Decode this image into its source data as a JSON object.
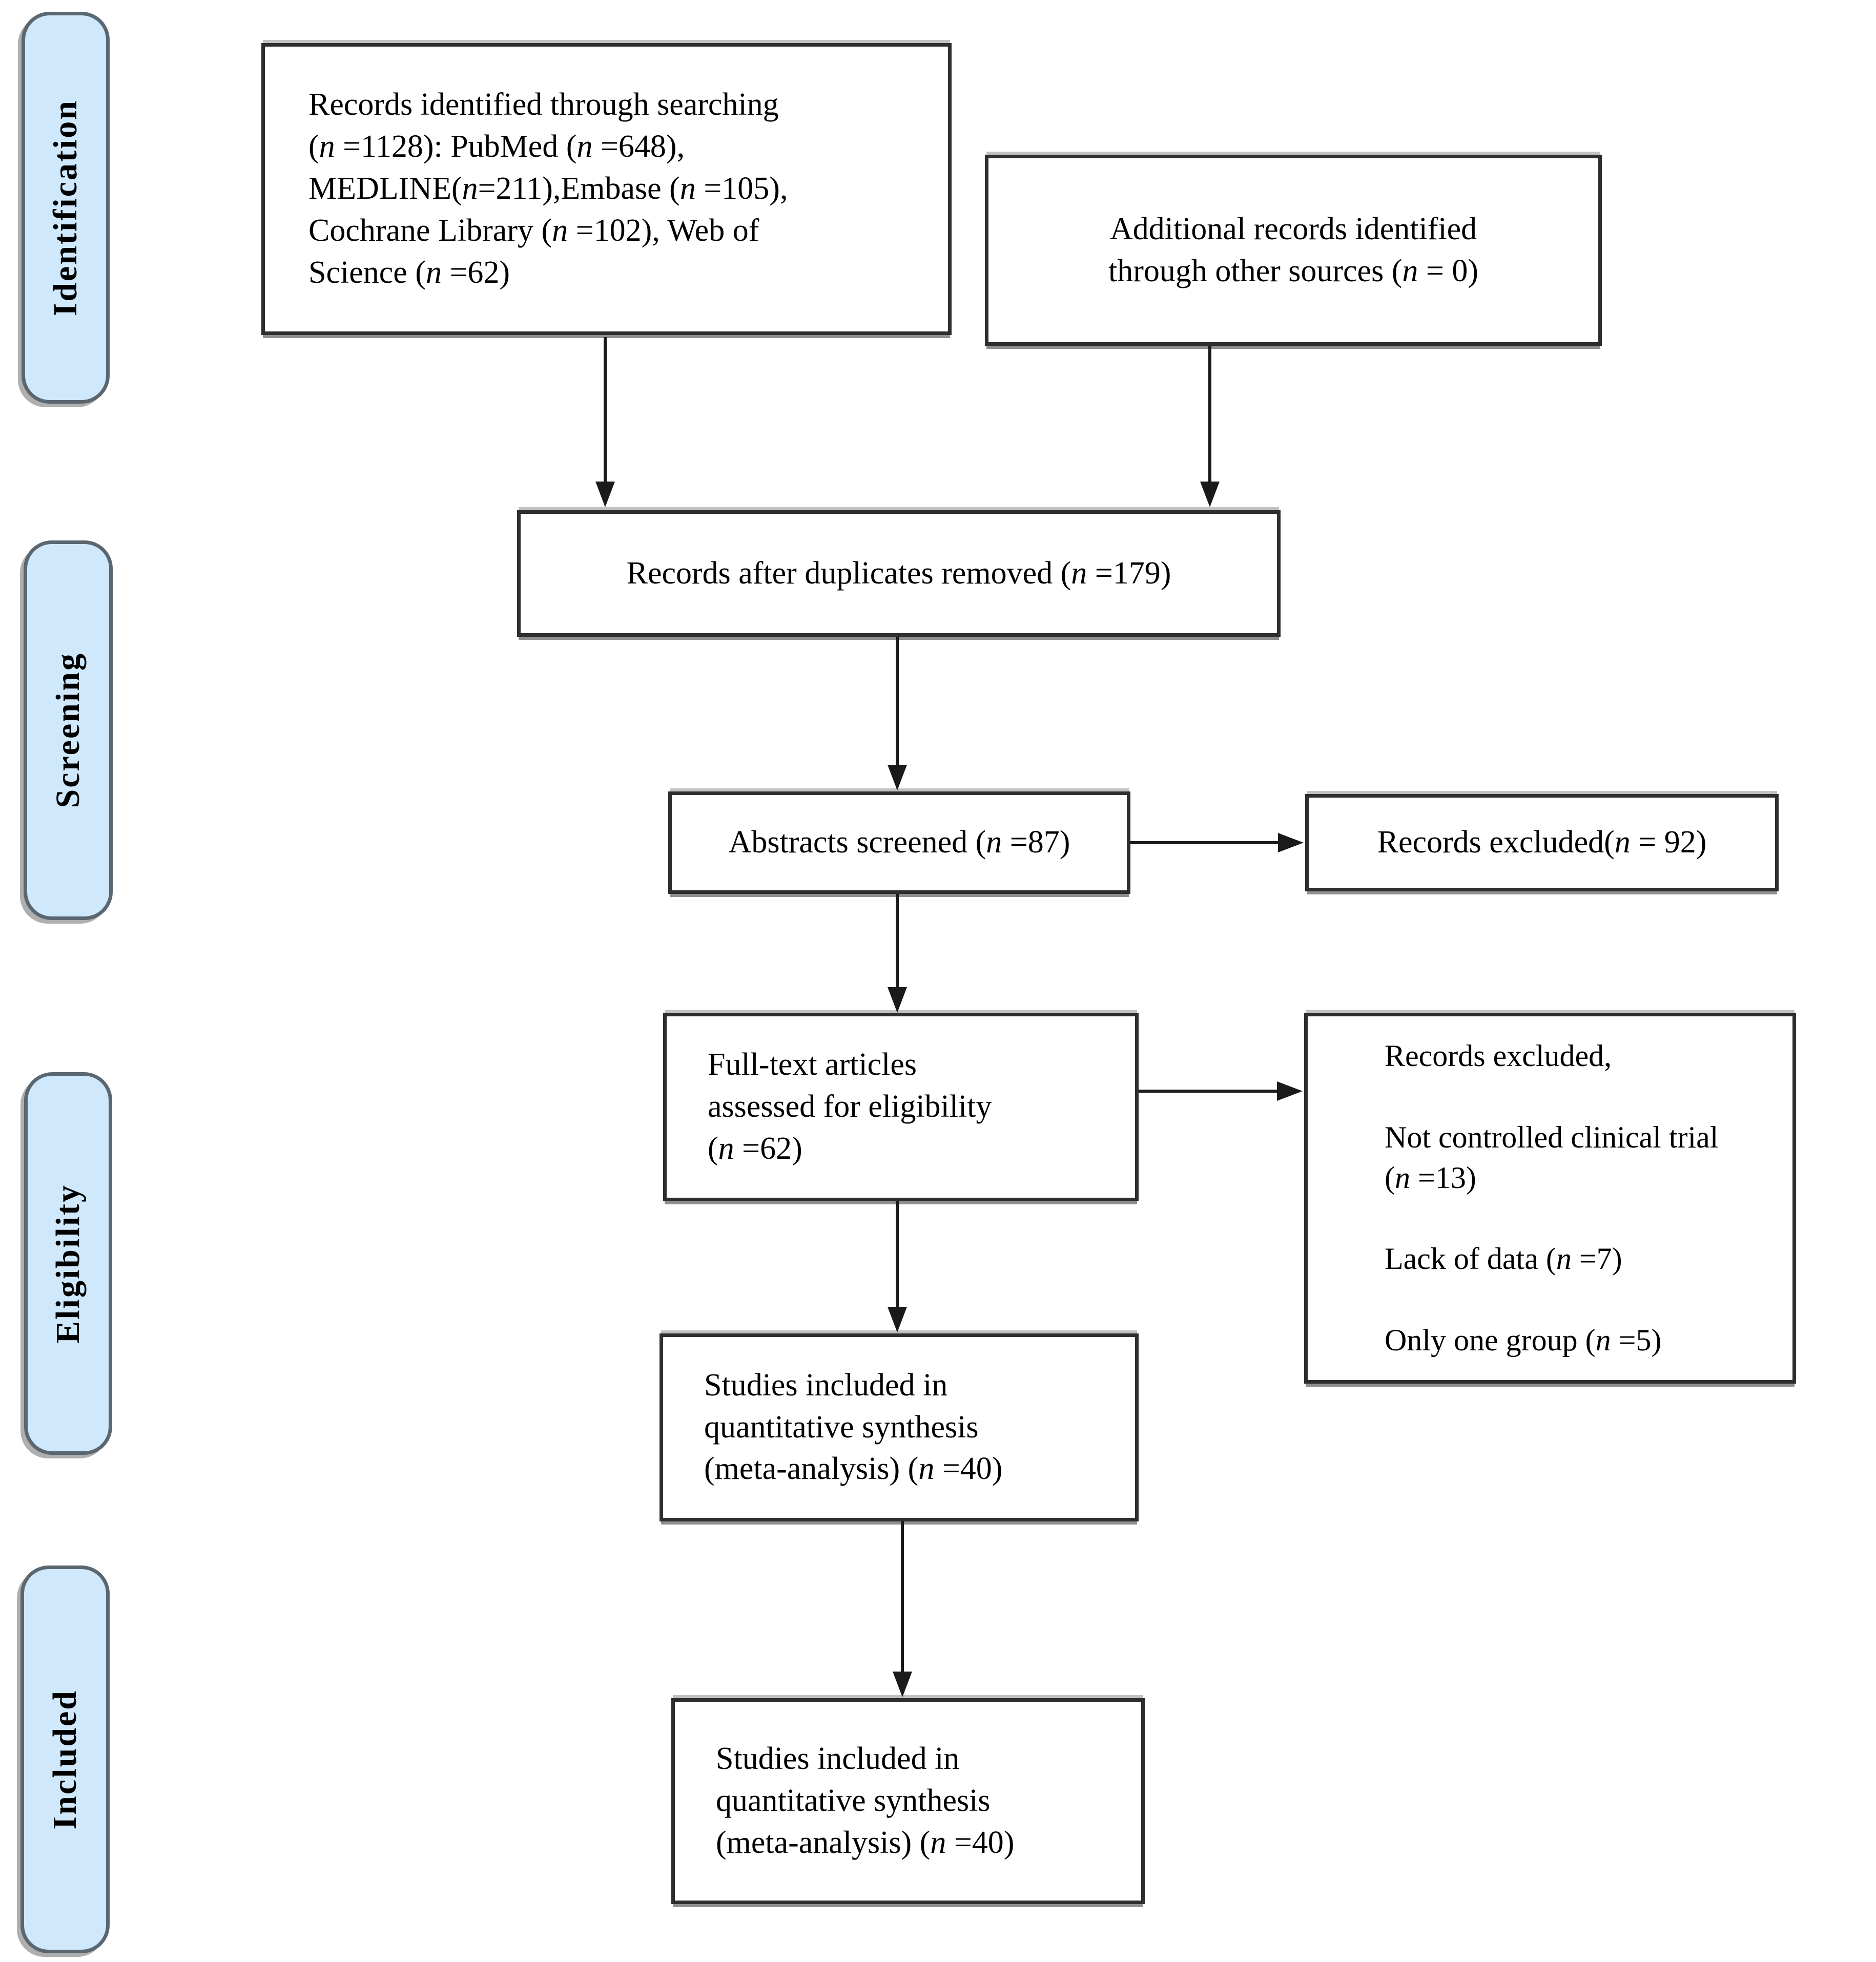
{
  "stages": [
    {
      "label": "Identification"
    },
    {
      "label": "Screening"
    },
    {
      "label": "Eligibility"
    },
    {
      "label": "Included"
    }
  ],
  "boxes": {
    "identified": {
      "text": "Records identified through searching\n(n =1128): PubMed (n =648),\nMEDLINE(n=211),Embase (n =105),\nCochrane Library (n =102), Web of\nScience (n =62)"
    },
    "additional": {
      "text": "Additional records identified\nthrough other sources (n = 0)"
    },
    "deduplicated": {
      "text": "Records after duplicates removed (n =179)"
    },
    "screened": {
      "text": "Abstracts screened (n =87)"
    },
    "excluded_screening": {
      "text": "Records excluded(n = 92)"
    },
    "fulltext": {
      "text": "Full-text articles\nassessed for eligibility\n(n =62)"
    },
    "excluded_fulltext": {
      "text": "Records excluded,\n\nNot controlled clinical trial\n(n =13)\n\nLack of data (n =7)\n\nOnly one group (n =5)"
    },
    "quantitative": {
      "text": "Studies included in\nquantitative synthesis\n(meta-analysis) (n =40)"
    },
    "quantitative_final": {
      "text": "Studies included in\nquantitative synthesis\n(meta-analysis) (n =40)"
    }
  },
  "colors": {
    "stage-fill": "#cfe8fb",
    "stage-border": "#5a6670",
    "box-fill": "#ffffff",
    "box-border": "#2e2e2e",
    "arrow": "#1a1a1a",
    "text": "#000000",
    "shadow": "#8f8f8f"
  }
}
